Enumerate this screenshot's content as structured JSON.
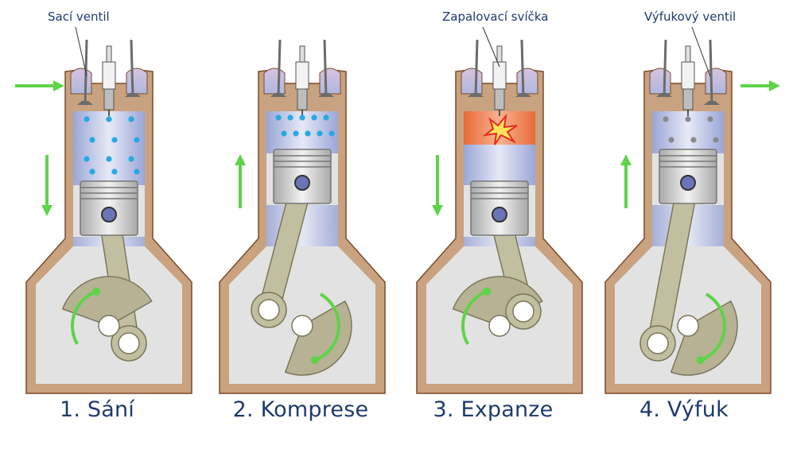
{
  "labels": {
    "intake_valve": "Sací ventil",
    "spark_plug": "Zapalovací svíčka",
    "exhaust_valve": "Výfukový ventil"
  },
  "strokes": [
    {
      "caption": "1. Sání",
      "piston": "down",
      "chamber": "intake",
      "arrow": "down",
      "gas_arrow": "in"
    },
    {
      "caption": "2. Komprese",
      "piston": "up",
      "chamber": "compressed",
      "arrow": "up",
      "gas_arrow": "none"
    },
    {
      "caption": "3. Expanze",
      "piston": "down",
      "chamber": "ignition",
      "arrow": "down",
      "gas_arrow": "none"
    },
    {
      "caption": "4. Výfuk",
      "piston": "up",
      "chamber": "exhaust",
      "arrow": "up",
      "gas_arrow": "out"
    }
  ],
  "colors": {
    "casing": "#c9a27f",
    "casing_outline": "#7a4a2a",
    "crankcase_fill": "#e2e2e2",
    "cylinder_fill": "#b9c3e6",
    "piston": "#d8d8d8",
    "rod": "#c2bfa0",
    "fuel_dot": "#27a9e1",
    "exhaust_dot": "#8a8a8a",
    "arrow": "#5fd34a",
    "fire": "#f07a4a",
    "text": "#1f3a6e"
  }
}
